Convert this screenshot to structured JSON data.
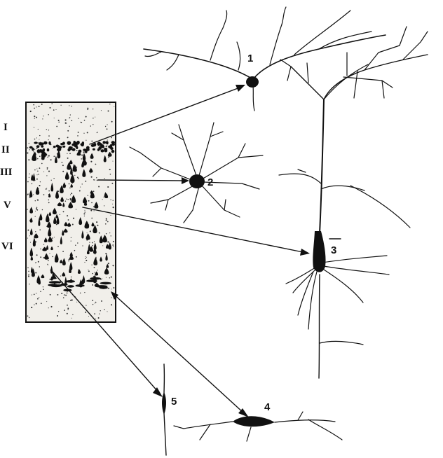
{
  "cortex_layers": [
    {
      "id": "I",
      "label": "I"
    },
    {
      "id": "II",
      "label": "II"
    },
    {
      "id": "III",
      "label": "III"
    },
    {
      "id": "V",
      "label": "V"
    },
    {
      "id": "VI",
      "label": "VI"
    }
  ],
  "neurons": [
    {
      "id": "1",
      "label": "1",
      "type": "horizontal-cell"
    },
    {
      "id": "2",
      "label": "2",
      "type": "stellate-cell"
    },
    {
      "id": "3",
      "label": "3",
      "type": "pyramidal-cell"
    },
    {
      "id": "4",
      "label": "4",
      "type": "fusiform-horizontal-cell"
    },
    {
      "id": "5",
      "label": "5",
      "type": "fusiform-vertical-cell"
    }
  ],
  "colors": {
    "ink": "#111111",
    "column_fill": "#f1efea",
    "background": "#ffffff"
  }
}
